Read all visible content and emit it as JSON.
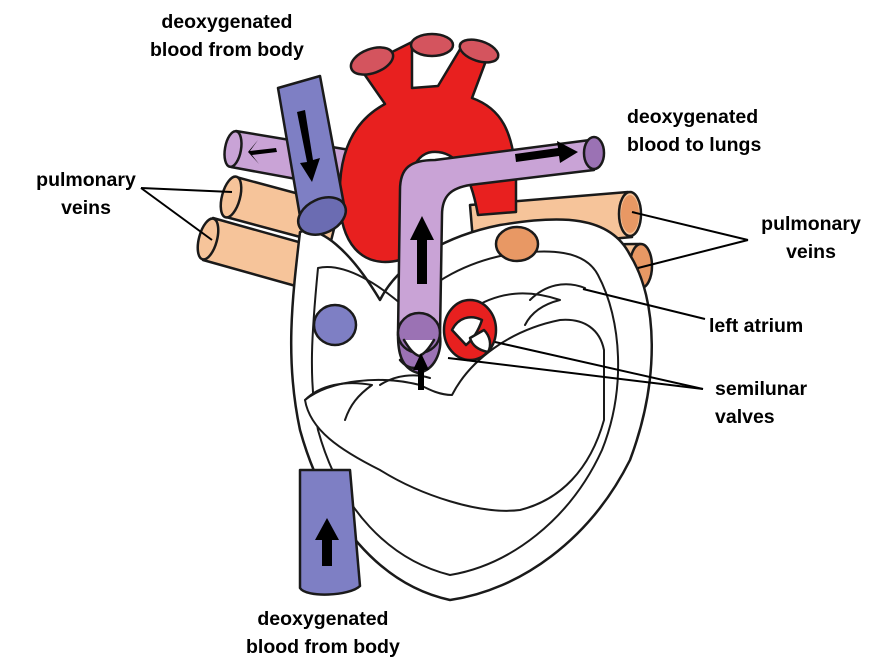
{
  "labels": {
    "top_vena_cava": [
      "deoxygenated",
      "blood from body"
    ],
    "to_lungs": [
      "deoxygenated",
      "blood to lungs"
    ],
    "pulmonary_veins_left": [
      "pulmonary",
      "veins"
    ],
    "pulmonary_veins_right": [
      "pulmonary",
      "veins"
    ],
    "left_atrium": "left atrium",
    "semilunar_valves": [
      "semilunar",
      "valves"
    ],
    "bottom_vena_cava": [
      "deoxygenated",
      "blood from body"
    ]
  },
  "colors": {
    "aorta": "#e8201f",
    "aorta_top": "#d4545e",
    "pulmonary_artery": "#c9a3d6",
    "pulmonary_artery_cap": "#9b72b4",
    "vena_cava": "#7e7fc4",
    "vena_cava_cap": "#6b6cb2",
    "pulmonary_vein": "#f6c49a",
    "pulmonary_vein_cap": "#e89864",
    "arrow": "#000000",
    "outline": "#1a1a1a"
  }
}
